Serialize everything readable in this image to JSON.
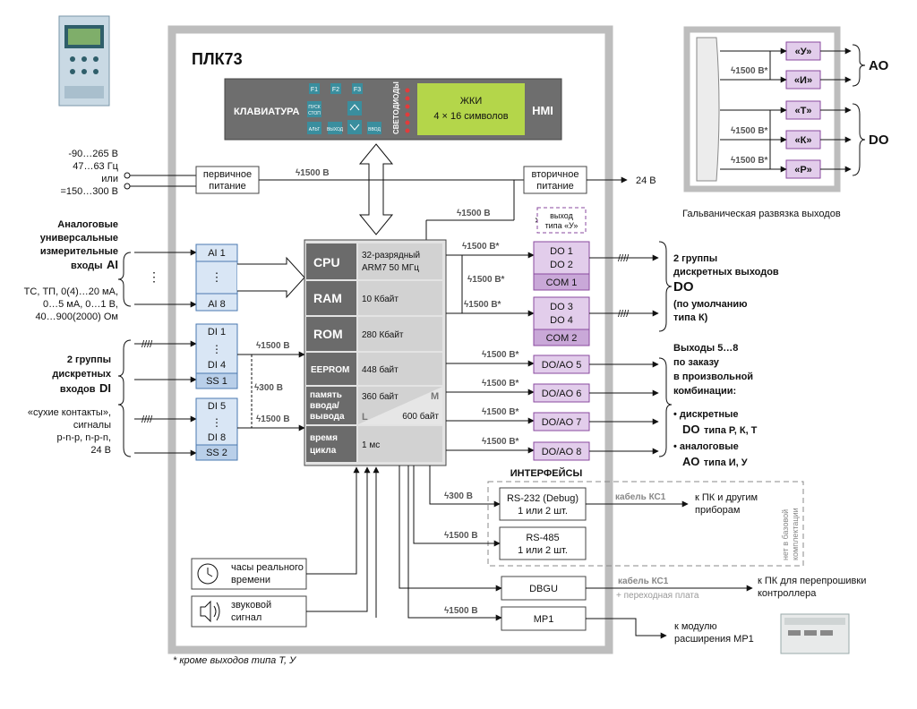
{
  "device": {
    "title": "ПЛК73"
  },
  "hmi": {
    "keyboard_label": "КЛАВИАТУРА",
    "keys": {
      "f1": "F1",
      "f2": "F2",
      "f3": "F3",
      "pusk": "ПУСК",
      "stop": "СТОП",
      "alt": "АЛЬТ",
      "exit": "ВЫХОД",
      "enter": "ВВОД"
    },
    "leds_label": "СВЕТОДИОДЫ",
    "lcd_line1": "ЖКИ",
    "lcd_line2": "4 × 16 символов",
    "hmi_label": "HMI"
  },
  "power": {
    "input_line1": "-90…265 В",
    "input_line2": "47…63 Гц",
    "input_line3": "или",
    "input_line4": "=150…300 В",
    "primary_line1": "первичное",
    "primary_line2": "питание",
    "secondary_line1": "вторичное",
    "secondary_line2": "питание",
    "output_voltage": "24 В",
    "output_type_line1": "выход",
    "output_type_line2": "типа «У»"
  },
  "isolation": {
    "v1500": "1500 В",
    "v1500_star": "1500 В*",
    "v300": "300 В"
  },
  "analog_inputs": {
    "heading_line1": "Аналоговые",
    "heading_line2": "универсальные",
    "heading_line3": "измерительные",
    "heading_line4": "входы",
    "heading_code": "AI",
    "desc_line1": "ТС, ТП, 0(4)…20 мА,",
    "desc_line2": "0…5 мА, 0…1 В,",
    "desc_line3": "40…900(2000) Ом",
    "first": "AI 1",
    "last": "AI 8",
    "dots": "⋮"
  },
  "discrete_inputs": {
    "heading_line1": "2 группы",
    "heading_line2": "дискретных",
    "heading_line3": "входов",
    "heading_code": "DI",
    "desc_line1": "«сухие контакты»,",
    "desc_line2": "сигналы",
    "desc_line3": "p-n-p, n-p-n,",
    "desc_line4": "24 В",
    "g1": [
      "DI 1",
      "DI 4",
      "SS 1"
    ],
    "g2": [
      "DI 5",
      "DI 8",
      "SS 2"
    ]
  },
  "cpu_table": {
    "rows": [
      {
        "label": "CPU",
        "value": "32-разрядный",
        "value2": "ARM7  50 МГц"
      },
      {
        "label": "RAM",
        "value": "10 Кбайт"
      },
      {
        "label": "ROM",
        "value": "280 Кбайт"
      },
      {
        "label": "EEPROM",
        "value": "448 байт"
      },
      {
        "label": "память",
        "label2": "ввода/",
        "label3": "вывода",
        "value_m": "360 байт",
        "value_l": "600 байт",
        "m": "M",
        "l": "L"
      },
      {
        "label": "время",
        "label2": "цикла",
        "value": "1 мс"
      }
    ]
  },
  "discrete_outputs": {
    "g1": [
      "DO 1",
      "DO 2",
      "COM 1"
    ],
    "g2": [
      "DO 3",
      "DO 4",
      "COM 2"
    ],
    "heading_line1": "2 группы",
    "heading_line2": "дискретных выходов",
    "heading_code": "DO",
    "heading_line4": "(по умолчанию",
    "heading_line5": "типа К)"
  },
  "configurable_outputs": {
    "items": [
      "DO/AO 5",
      "DO/AO 6",
      "DO/AO 7",
      "DO/AO 8"
    ],
    "desc_line1": "Выходы 5…8",
    "desc_line2": "по заказу",
    "desc_line3": "в произвольной",
    "desc_line4": "комбинации:",
    "opt1_line1": "дискретные",
    "opt1_code": "DO",
    "opt1_rest": "типа Р, К, Т",
    "opt2_line1": "аналоговые",
    "opt2_code": "АО",
    "opt2_rest": "типа И, У"
  },
  "interfaces": {
    "heading": "ИНТЕРФЕЙСЫ",
    "rs232_line1": "RS-232 (Debug)",
    "rs232_line2": "1 или 2 шт.",
    "rs485_line1": "RS-485",
    "rs485_line2": "1 или 2 шт.",
    "cable": "кабель КС1",
    "pc_line1": "к ПК и другим",
    "pc_line2": "приборам",
    "not_included_line1": "нет в базовой",
    "not_included_line2": "комплектации",
    "dbgu": "DBGU",
    "dbgu_cable2": "+ переходная плата",
    "flash_line1": "к ПК для перепрошивки",
    "flash_line2": "контроллера",
    "mp1": "МР1",
    "mp1_line1": "к модулю",
    "mp1_line2": "расширения МР1"
  },
  "peripherals": {
    "clock_line1": "часы реального",
    "clock_line2": "времени",
    "sound_line1": "звуковой",
    "sound_line2": "сигнал"
  },
  "output_types": {
    "labels": [
      "«У»",
      "«И»",
      "«Т»",
      "«К»",
      "«Р»"
    ],
    "ao": "АО",
    "do": "DO",
    "caption": "Гальваническая развязка выходов"
  },
  "footnote": "* кроме выходов типа Т, У"
}
